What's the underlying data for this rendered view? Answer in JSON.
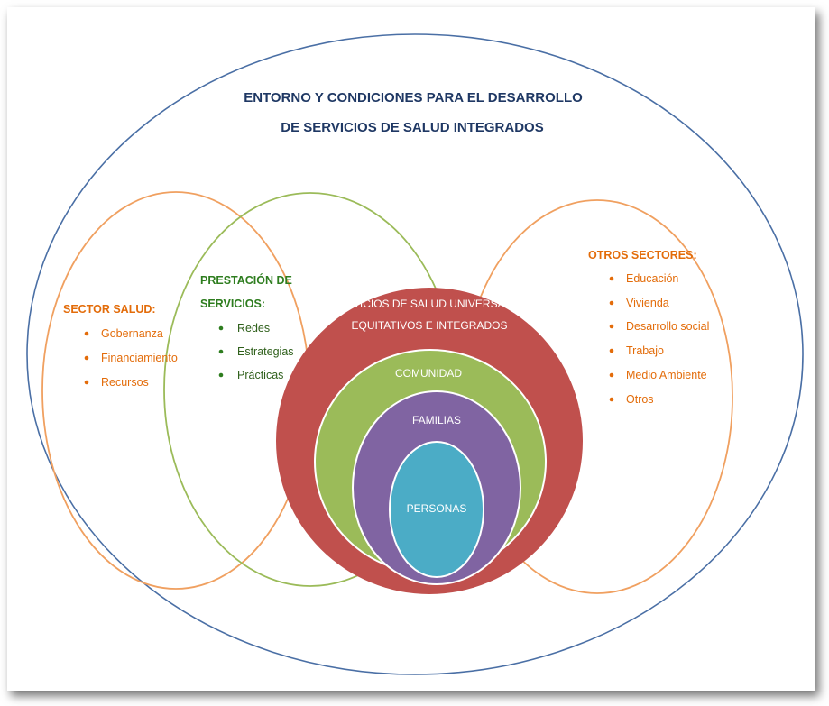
{
  "title": {
    "line1": "ENTORNO Y CONDICIONES PARA EL DESARROLLO",
    "line2": "DE SERVICIOS DE SALUD  INTEGRADOS"
  },
  "sector_salud": {
    "heading": "SECTOR SALUD:",
    "items": [
      "Gobernanza",
      "Financiamiento",
      "Recursos"
    ]
  },
  "prestacion": {
    "heading_line1": "PRESTACIÓN DE",
    "heading_line2": "SERVICIOS:",
    "items": [
      "Redes",
      "Estrategias",
      "Prácticas"
    ]
  },
  "otros_sectores": {
    "heading": "OTROS SECTORES:",
    "items": [
      "Educación",
      "Vivienda",
      "Desarrollo social",
      "Trabajo",
      "Medio Ambiente",
      "Otros"
    ]
  },
  "servicios": {
    "line1": "SERVICIOS DE SALUD UNIVERSALES,",
    "line2": "EQUITATIVOS E INTEGRADOS"
  },
  "comunidad": "COMUNIDAD",
  "familias": "FAMILIAS",
  "personas": "PERSONAS",
  "colors": {
    "outer_ellipse": "#4a6fa5",
    "orange": "#f0a060",
    "green": "#9bbb59",
    "red": "#c0504d",
    "green_fill": "#9bbb59",
    "purple": "#8064a2",
    "teal": "#4bacc6"
  }
}
